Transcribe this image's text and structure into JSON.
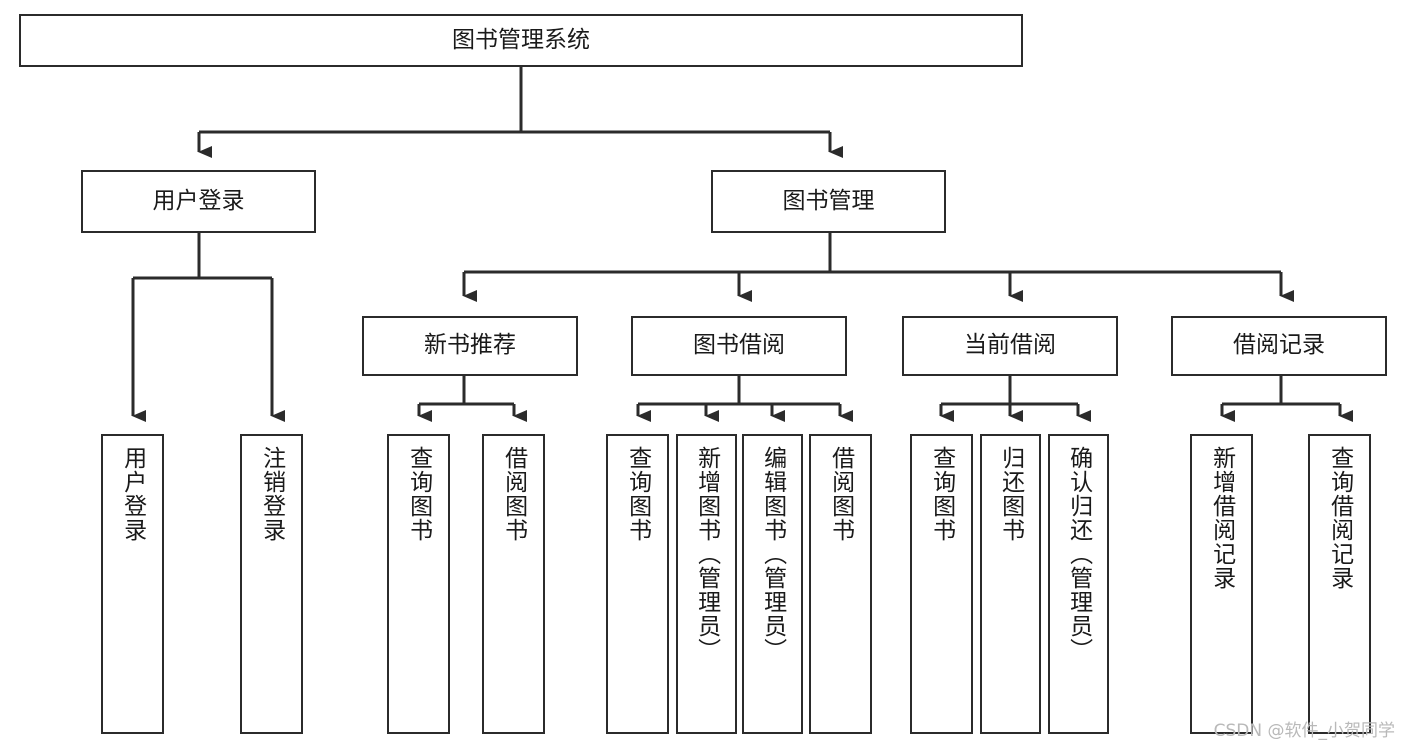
{
  "diagram": {
    "type": "tree",
    "title": "图书管理系统",
    "root": {
      "label": "图书管理系统"
    },
    "level1": [
      {
        "id": "user-login",
        "label": "用户登录"
      },
      {
        "id": "book-manage",
        "label": "图书管理"
      }
    ],
    "level2": [
      {
        "id": "new-book-recommend",
        "label": "新书推荐",
        "parent": "book-manage"
      },
      {
        "id": "book-borrow",
        "label": "图书借阅",
        "parent": "book-manage"
      },
      {
        "id": "current-borrow",
        "label": "当前借阅",
        "parent": "book-manage"
      },
      {
        "id": "borrow-record",
        "label": "借阅记录",
        "parent": "book-manage"
      }
    ],
    "leaves": [
      {
        "id": "leaf-user-login",
        "label": "用户登录",
        "parent": "user-login"
      },
      {
        "id": "leaf-logout-login",
        "label": "注销登录",
        "parent": "user-login"
      },
      {
        "id": "leaf-query-book-1",
        "label": "查询图书",
        "parent": "new-book-recommend"
      },
      {
        "id": "leaf-borrow-book-1",
        "label": "借阅图书",
        "parent": "new-book-recommend"
      },
      {
        "id": "leaf-query-book-2",
        "label": "查询图书",
        "parent": "book-borrow"
      },
      {
        "id": "leaf-add-book",
        "label": "新增图书（管理员）",
        "parent": "book-borrow"
      },
      {
        "id": "leaf-edit-book",
        "label": "编辑图书（管理员）",
        "parent": "book-borrow"
      },
      {
        "id": "leaf-borrow-book-2",
        "label": "借阅图书",
        "parent": "book-borrow"
      },
      {
        "id": "leaf-query-book-3",
        "label": "查询图书",
        "parent": "current-borrow"
      },
      {
        "id": "leaf-return-book",
        "label": "归还图书",
        "parent": "current-borrow"
      },
      {
        "id": "leaf-confirm-return",
        "label": "确认归还（管理员）",
        "parent": "current-borrow"
      },
      {
        "id": "leaf-add-record",
        "label": "新增借阅记录",
        "parent": "borrow-record"
      },
      {
        "id": "leaf-query-record",
        "label": "查询借阅记录",
        "parent": "borrow-record"
      }
    ],
    "colors": {
      "border": "#2b2b2b",
      "background": "#ffffff",
      "text": "#1a1a1a",
      "edge": "#2b2b2b",
      "watermark": "#b9b9b9"
    }
  },
  "watermark": {
    "text": "CSDN @软件_小贺同学"
  }
}
